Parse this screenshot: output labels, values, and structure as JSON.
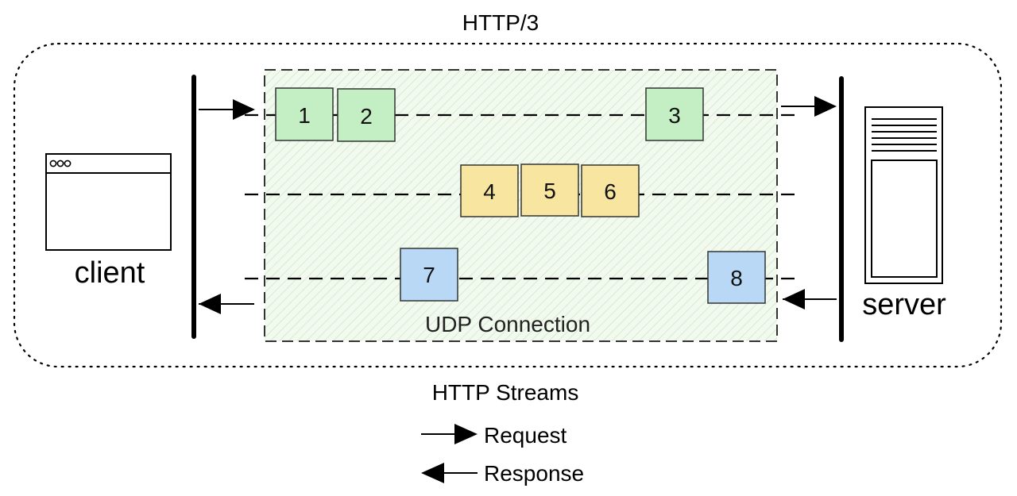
{
  "title": "HTTP/3",
  "client_label": "client",
  "server_label": "server",
  "connection_label": "UDP Connection",
  "streams_caption": "HTTP Streams",
  "legend": {
    "request": "Request",
    "response": "Response"
  },
  "streams": [
    {
      "color": "#c4efc4",
      "frames": [
        "1",
        "2",
        "3"
      ]
    },
    {
      "color": "#f8e6a0",
      "frames": [
        "4",
        "5",
        "6"
      ]
    },
    {
      "color": "#b8d8f6",
      "frames": [
        "7",
        "8"
      ]
    }
  ],
  "colors": {
    "connection_fill": "#f2f9ee",
    "connection_hatch": "#cde8c4",
    "stroke": "#000000"
  },
  "icons": {
    "client": "browser-window-icon",
    "server": "server-rack-icon"
  }
}
